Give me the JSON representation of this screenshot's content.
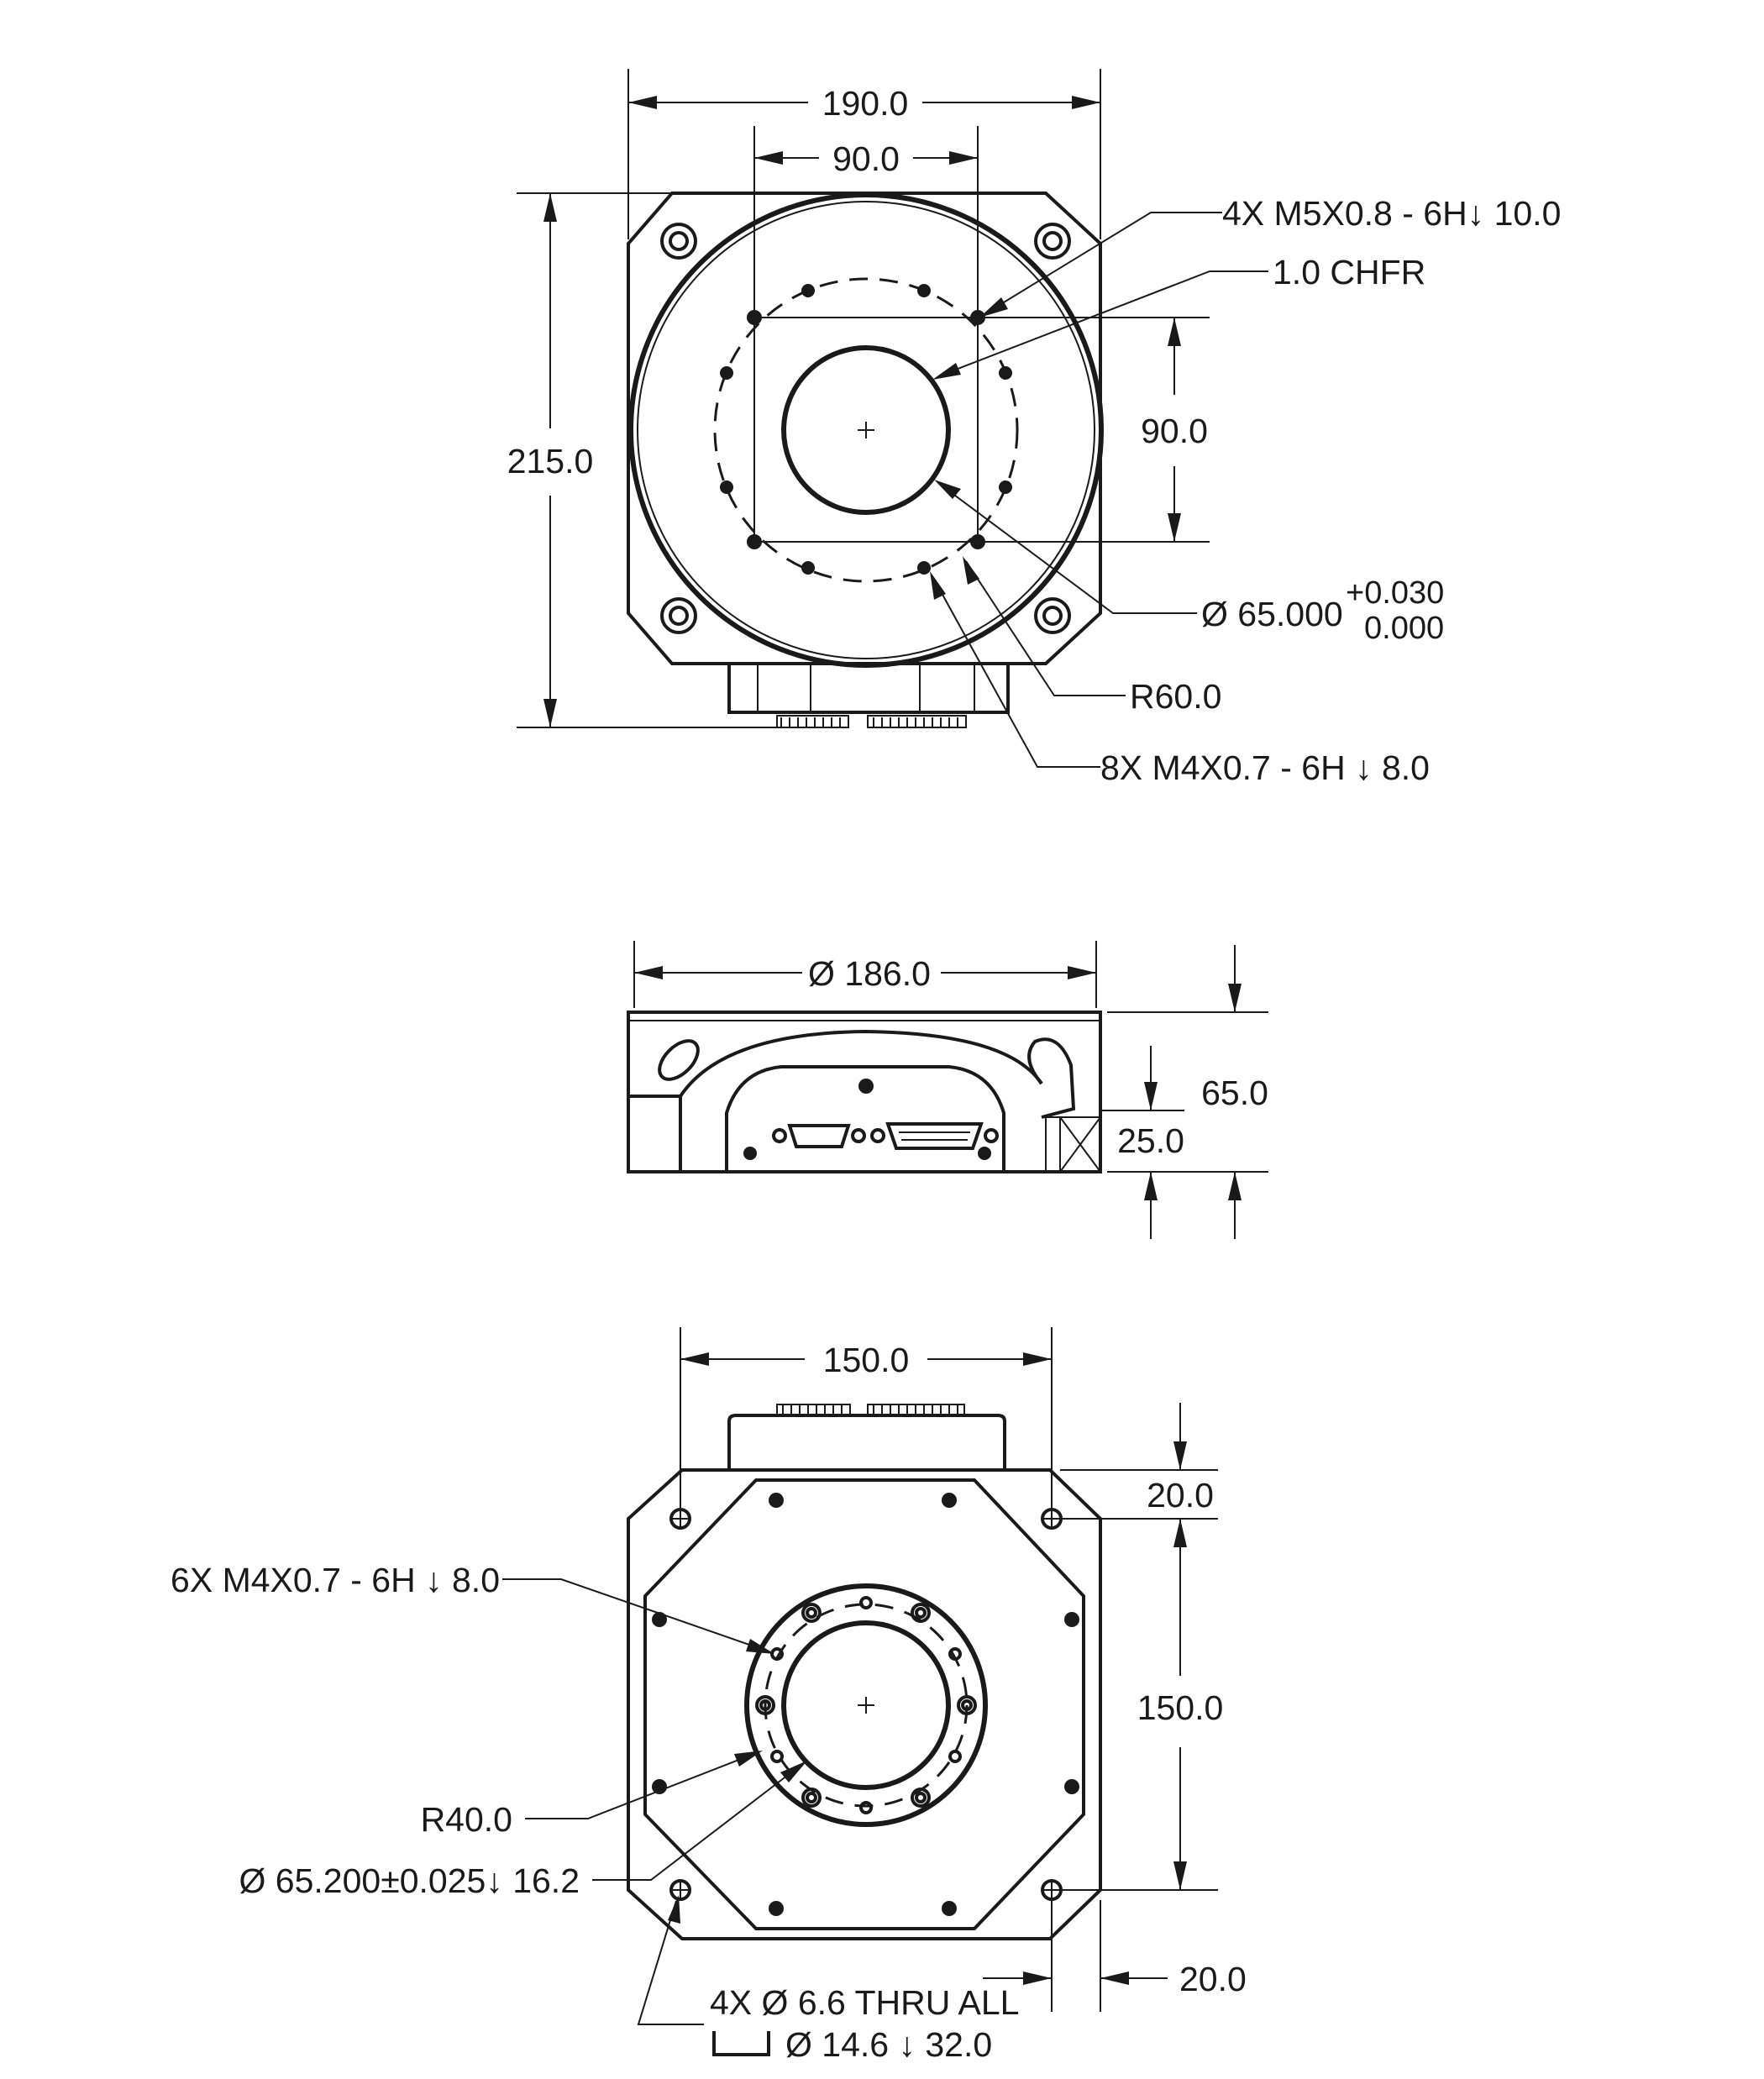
{
  "top_view": {
    "dim_width_outer": "190.0",
    "dim_width_inner": "90.0",
    "dim_height_overall": "215.0",
    "dim_hole_spacing_vertical": "90.0",
    "callout_tapped_4x": "4X M5X0.8 - 6H↓ 10.0",
    "callout_chamfer": "1.0 CHFR",
    "callout_bore_diameter": "Ø 65.000",
    "callout_bore_tol_upper": "+0.030",
    "callout_bore_tol_lower": "0.000",
    "callout_radius": "R60.0",
    "callout_tapped_8x": "8X M4X0.7 - 6H ↓ 8.0"
  },
  "side_view": {
    "dim_diameter": "Ø 186.0",
    "dim_height_total": "65.0",
    "dim_height_base": "25.0"
  },
  "bottom_view": {
    "dim_width": "150.0",
    "dim_edge_top": "20.0",
    "dim_hole_spacing_vertical": "150.0",
    "dim_edge_right": "20.0",
    "callout_tapped_6x": "6X M4X0.7 - 6H ↓ 8.0",
    "callout_radius": "R40.0",
    "callout_bore": "Ø 65.200±0.025↓ 16.2",
    "callout_thru_line1": "4X  Ø  6.6 THRU ALL",
    "callout_thru_line2": "Ø  14.6 ↓  32.0"
  }
}
